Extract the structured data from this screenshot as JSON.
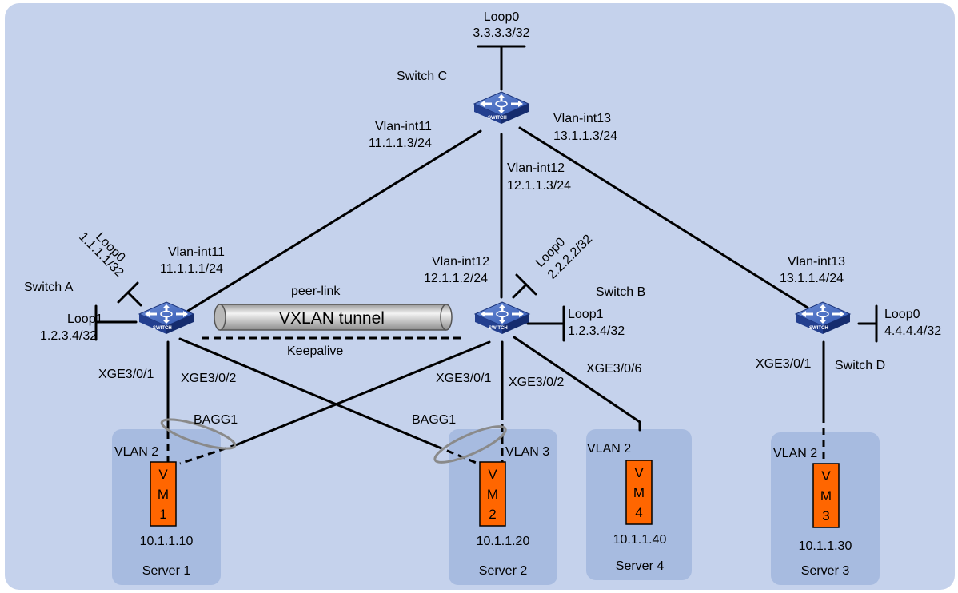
{
  "switch_c": {
    "name": "Switch C",
    "loop0_label": "Loop0",
    "loop0_ip": "3.3.3.3/32",
    "vlan11_label": "Vlan-int11",
    "vlan11_ip": "11.1.1.3/24",
    "vlan12_label": "Vlan-int12",
    "vlan12_ip": "12.1.1.3/24",
    "vlan13_label": "Vlan-int13",
    "vlan13_ip": "13.1.1.3/24"
  },
  "switch_a": {
    "name": "Switch A",
    "loop0_label": "Loop0",
    "loop0_ip": "1.1.1.1/32",
    "loop1_label": "Loop1",
    "loop1_ip": "1.2.3.4/32",
    "vlan11_label": "Vlan-int11",
    "vlan11_ip": "11.1.1.1/24",
    "port1": "XGE3/0/1",
    "port2": "XGE3/0/2",
    "bagg": "BAGG1"
  },
  "switch_b": {
    "name": "Switch B",
    "loop0_label": "Loop0",
    "loop0_ip": "2.2.2.2/32",
    "loop1_label": "Loop1",
    "loop1_ip": "1.2.3.4/32",
    "vlan12_label": "Vlan-int12",
    "vlan12_ip": "12.1.1.2/24",
    "port1": "XGE3/0/1",
    "port2": "XGE3/0/2",
    "port6": "XGE3/0/6",
    "bagg": "BAGG1"
  },
  "switch_d": {
    "name": "Switch D",
    "loop0_label": "Loop0",
    "loop0_ip": "4.4.4.4/32",
    "vlan13_label": "Vlan-int13",
    "vlan13_ip": "13.1.1.4/24",
    "port1": "XGE3/0/1"
  },
  "switch_icon_text": "SWITCH",
  "peer": {
    "peer_link": "peer-link",
    "tunnel": "VXLAN tunnel",
    "keepalive": "Keepalive"
  },
  "servers": {
    "server1": {
      "name": "Server 1",
      "vlan": "VLAN 2",
      "vm": [
        "V",
        "M",
        "1"
      ],
      "ip": "10.1.1.10"
    },
    "server2": {
      "name": "Server 2",
      "vlan": "VLAN 3",
      "vm": [
        "V",
        "M",
        "2"
      ],
      "ip": "10.1.1.20"
    },
    "server4": {
      "name": "Server 4",
      "vlan": "VLAN 2",
      "vm": [
        "V",
        "M",
        "4"
      ],
      "ip": "10.1.1.40"
    },
    "server3": {
      "name": "Server 3",
      "vlan": "VLAN 2",
      "vm": [
        "V",
        "M",
        "3"
      ],
      "ip": "10.1.1.30"
    }
  },
  "colors": {
    "background": "#c5d2ec",
    "server_box": "#a7bbe0",
    "vm_fill": "#ff6600",
    "switch_top": "#4a6fc4",
    "switch_side": "#1f3a86"
  }
}
